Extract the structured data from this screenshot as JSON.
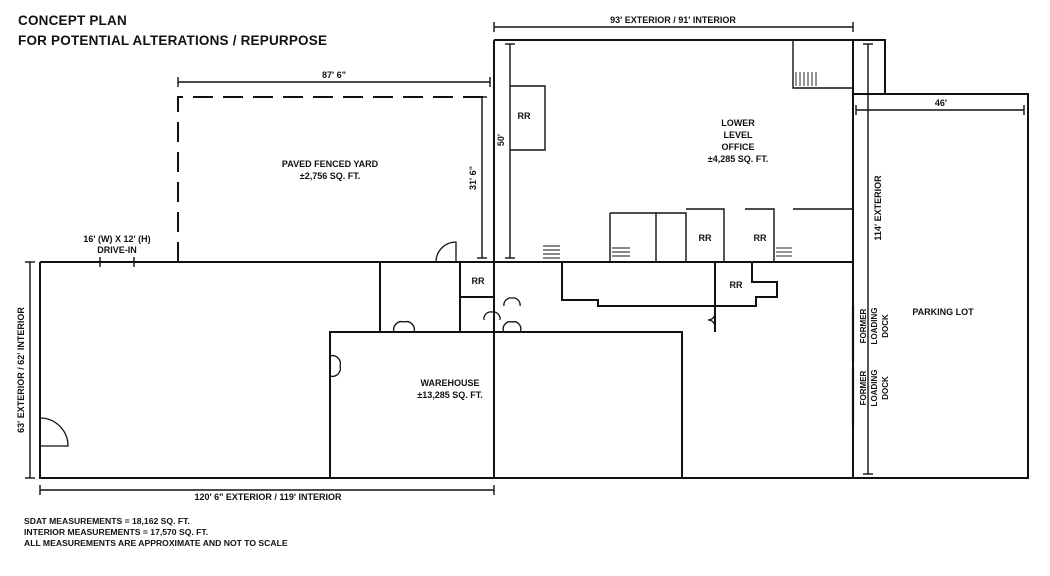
{
  "title": {
    "line1": "CONCEPT PLAN",
    "line2": "FOR POTENTIAL ALTERATIONS / REPURPOSE"
  },
  "dimensions": {
    "top_width": "93' EXTERIOR / 91' INTERIOR",
    "yard_width": "87' 6\"",
    "yard_depth": "31' 6\"",
    "office_depth": "50'",
    "lot_width": "46'",
    "right_depth": "114' EXTERIOR",
    "left_depth": "63' EXTERIOR / 62' INTERIOR",
    "bottom_width": "120' 6\" EXTERIOR / 119' INTERIOR"
  },
  "spaces": {
    "yard_name": "PAVED FENCED YARD",
    "yard_area": "±2,756 SQ. FT.",
    "office_line1": "LOWER",
    "office_line2": "LEVEL",
    "office_line3": "OFFICE",
    "office_area": "±4,285 SQ. FT.",
    "warehouse_name": "WAREHOUSE",
    "warehouse_area": "±13,285 SQ. FT.",
    "parking": "PARKING LOT",
    "restroom": "RR",
    "dock_line1": "FORMER",
    "dock_line2": "LOADING",
    "dock_line3": "DOCK"
  },
  "drive_in": {
    "line1": "16' (W) X 12' (H)",
    "line2": "DRIVE-IN"
  },
  "notes": {
    "sdat": "SDAT  MEASUREMENTS = 18,162 SQ. FT.",
    "interior": "INTERIOR MEASUREMENTS = 17,570 SQ. FT.",
    "disclaimer": "ALL MEASUREMENTS ARE APPROXIMATE AND NOT TO SCALE"
  }
}
